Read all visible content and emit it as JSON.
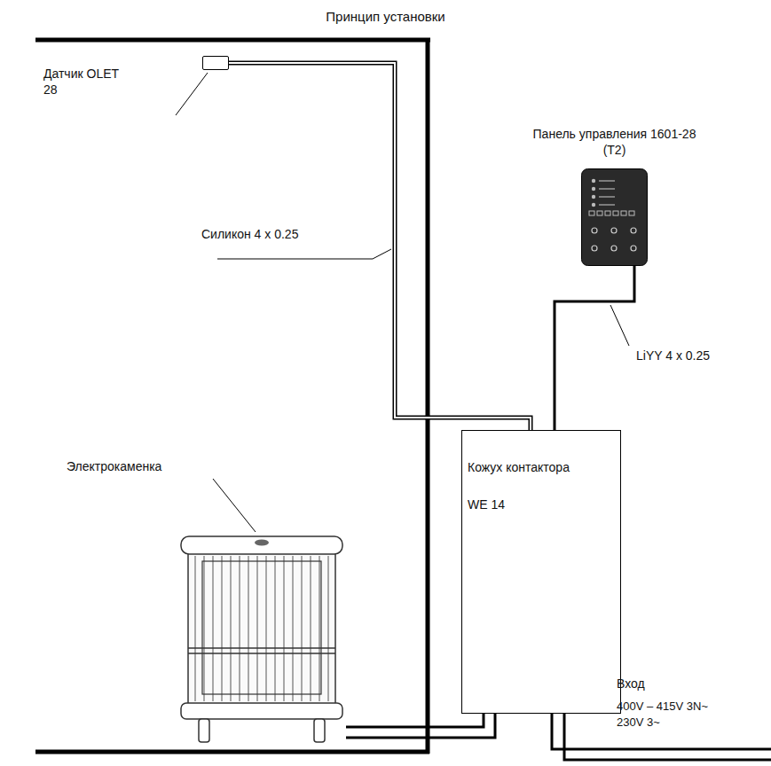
{
  "diagram": {
    "title": "Принцип установки",
    "nodes": [
      {
        "text": [
          "Датчик OLET 28"
        ]
      },
      {
        "text": [
          "Панель управления 1601-28 (T2)"
        ]
      },
      {
        "text": [
          "Кожух контактора",
          "WE 14"
        ]
      },
      {
        "text": [
          "Электрокаменка"
        ]
      }
    ],
    "edges": [
      {
        "from": 0,
        "to": 2,
        "arrow": "none",
        "label": "Силикон 4 x 0.25"
      },
      {
        "from": 1,
        "to": 2,
        "arrow": "none",
        "label": "LiYY 4 x 0.25"
      },
      {
        "from": 2,
        "to": 3,
        "arrow": "none"
      }
    ],
    "labels": [
      "Вход",
      "400V – 415V 3N~",
      "230V 3~"
    ]
  }
}
